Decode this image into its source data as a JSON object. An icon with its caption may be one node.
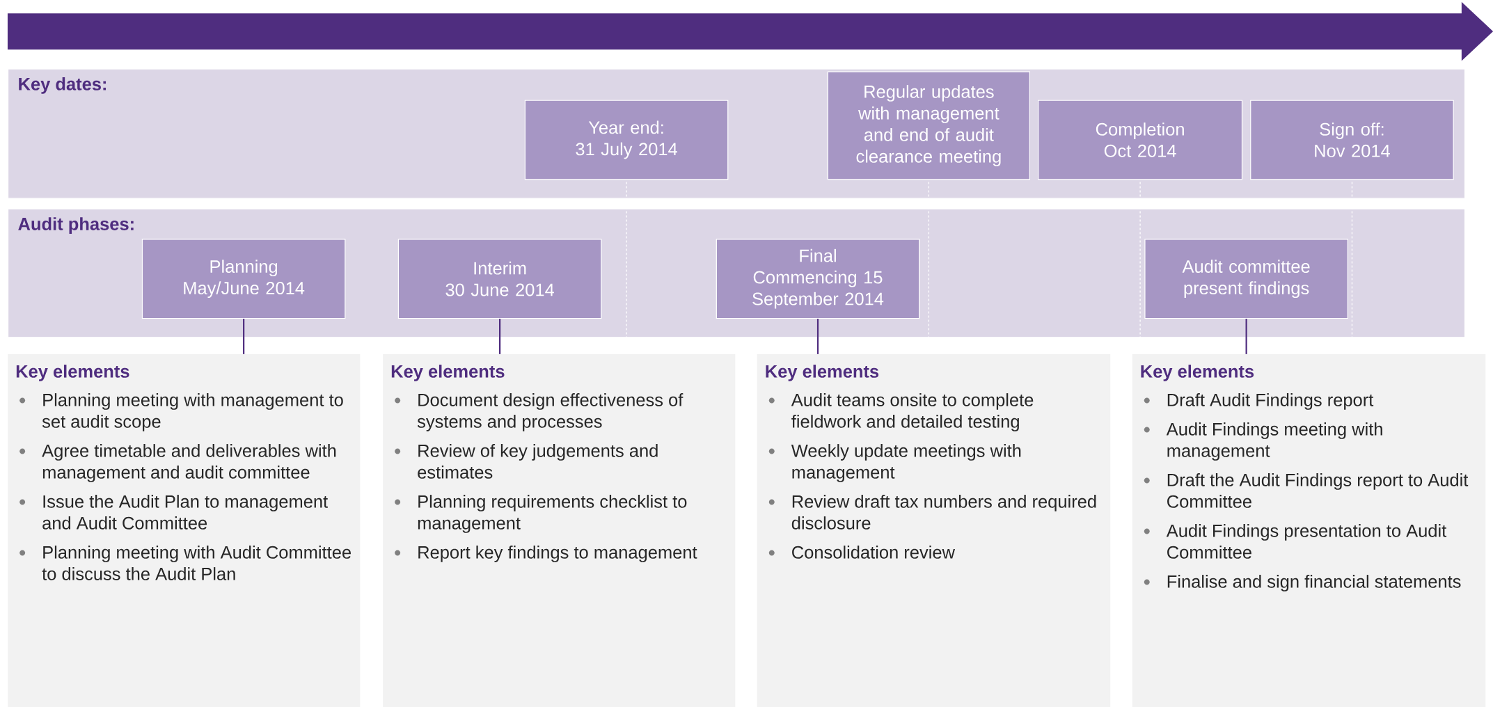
{
  "diagram": {
    "nodes": [
      {
        "text": [
          "Key dates:"
        ]
      },
      {
        "text": [
          "Year end:",
          "31 July 2014"
        ],
        "in": 0
      },
      {
        "text": [
          "Regular updates with management and end of audit clearance meeting"
        ],
        "in": 0
      },
      {
        "text": [
          "Completion",
          "Oct 2014"
        ],
        "in": 0
      },
      {
        "text": [
          "Sign off:",
          "Nov 2014"
        ],
        "in": 0
      },
      {
        "text": [
          "Audit phases:"
        ]
      },
      {
        "text": [
          "Planning",
          "May/June 2014"
        ],
        "in": 5
      },
      {
        "text": [
          "Interim",
          "30 June 2014"
        ],
        "in": 5
      },
      {
        "text": [
          "Final",
          "Commencing 15 September 2014"
        ],
        "in": 5
      },
      {
        "text": [
          "Audit committee present findings"
        ],
        "in": 5
      },
      {
        "text": [
          "Key elements",
          "Planning meeting with management to set audit scope",
          "Agree timetable and deliverables with management and audit committee",
          "Issue the Audit Plan to management and Audit Committee",
          "Planning meeting with Audit Committee to discuss the Audit Plan"
        ]
      },
      {
        "text": [
          "Key elements",
          "Document design effectiveness of systems and processes",
          "Review of key judgements and estimates",
          "Planning requirements checklist to management",
          "Report key findings to management"
        ]
      },
      {
        "text": [
          "Key elements",
          "Audit teams onsite to complete fieldwork and detailed testing",
          "Weekly update meetings with management",
          "Review draft tax numbers and required disclosure",
          "Consolidation review"
        ]
      },
      {
        "text": [
          "Key elements",
          "Draft Audit Findings report",
          "Audit Findings meeting with management",
          "Draft the Audit Findings report to Audit Committee",
          "Audit Findings presentation to Audit Committee",
          "Finalise and sign financial statements"
        ]
      }
    ],
    "edges": [
      {
        "from": 6,
        "to": 10,
        "arrow": "none"
      },
      {
        "from": 7,
        "to": 11,
        "arrow": "none"
      },
      {
        "from": 8,
        "to": 12,
        "arrow": "none"
      },
      {
        "from": 9,
        "to": 13,
        "arrow": "none"
      }
    ]
  }
}
